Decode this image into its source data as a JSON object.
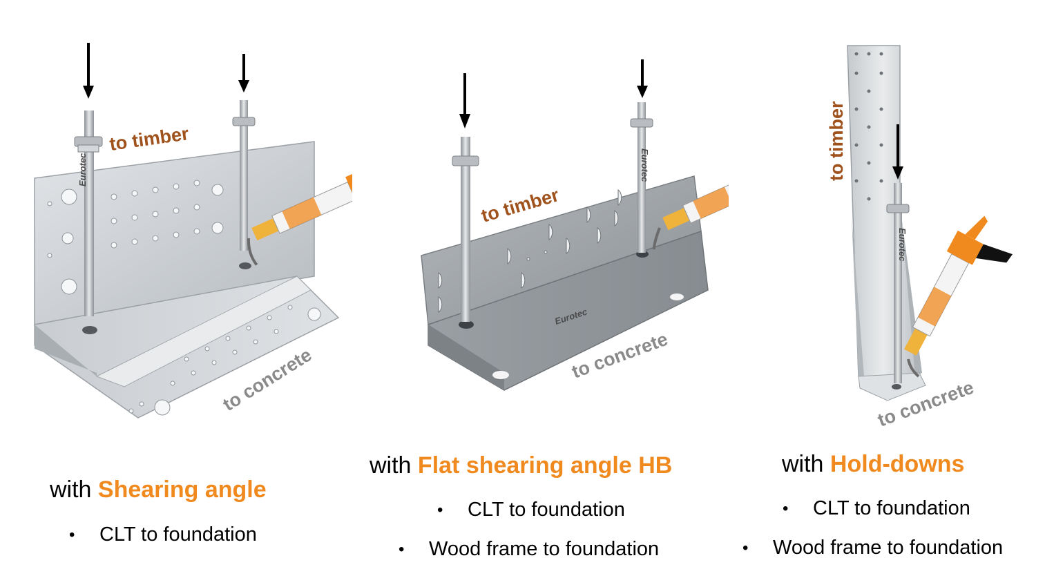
{
  "colors": {
    "accent": "#f08a1e",
    "timber_label": "#a0521c",
    "concrete_label": "#8a8a8a",
    "text": "#000000"
  },
  "panels": [
    {
      "heading_prefix": "with ",
      "heading_product": "Shearing angle",
      "bullets": [
        "CLT to foundation"
      ],
      "timber_label": "to timber",
      "concrete_label": "to concrete",
      "rod_mark": "Eurotec"
    },
    {
      "heading_prefix": "with ",
      "heading_product": "Flat shearing angle HB",
      "bullets": [
        "CLT to foundation",
        "Wood frame to foundation"
      ],
      "timber_label": "to timber",
      "concrete_label": "to concrete",
      "plate_mark": "Eurotec",
      "rod_mark": "Eurotec"
    },
    {
      "heading_prefix": "with ",
      "heading_product": "Hold-downs",
      "bullets": [
        "CLT to foundation",
        "Wood frame to foundation"
      ],
      "timber_label": "to timber",
      "concrete_label": "to concrete",
      "rod_mark": "Eurotec"
    }
  ]
}
